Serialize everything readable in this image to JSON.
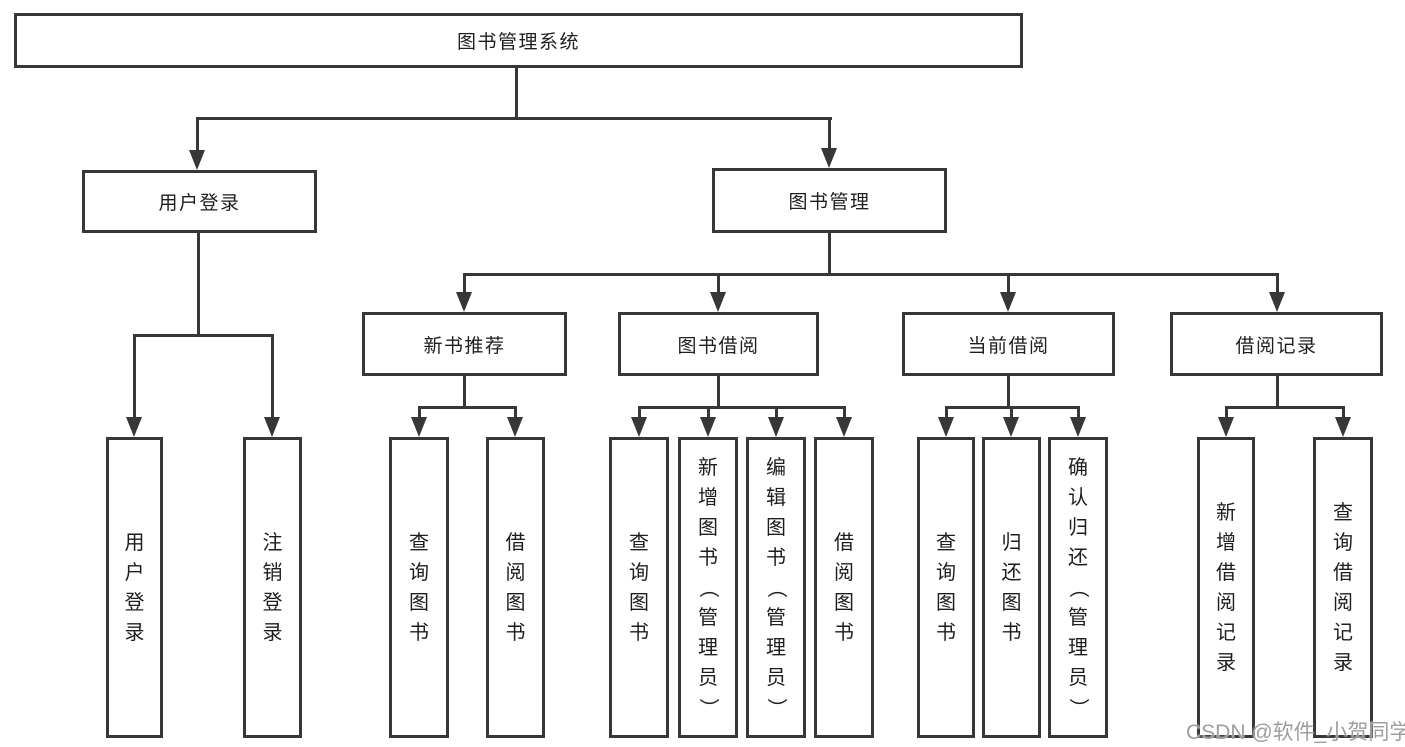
{
  "tree": {
    "root": {
      "label": "图书管理系统"
    },
    "branches": [
      {
        "label": "用户登录",
        "children": [
          {
            "label": "用户登录"
          },
          {
            "label": "注销登录"
          }
        ]
      },
      {
        "label": "图书管理",
        "children": [
          {
            "label": "新书推荐",
            "children": [
              {
                "label": "查询图书"
              },
              {
                "label": "借阅图书"
              }
            ]
          },
          {
            "label": "图书借阅",
            "children": [
              {
                "label": "查询图书"
              },
              {
                "label": "新增图书（管理员）"
              },
              {
                "label": "编辑图书（管理员）"
              },
              {
                "label": "借阅图书"
              }
            ]
          },
          {
            "label": "当前借阅",
            "children": [
              {
                "label": "查询图书"
              },
              {
                "label": "归还图书"
              },
              {
                "label": "确认归还（管理员）"
              }
            ]
          },
          {
            "label": "借阅记录",
            "children": [
              {
                "label": "新增借阅记录"
              },
              {
                "label": "查询借阅记录"
              }
            ]
          }
        ]
      }
    ]
  },
  "watermark": {
    "text": "CSDN @软件_小贺同学"
  },
  "colors": {
    "line": "#373737",
    "text": "#1e1e1e",
    "background": "#ffffff",
    "watermark": "#9e9e9e"
  }
}
